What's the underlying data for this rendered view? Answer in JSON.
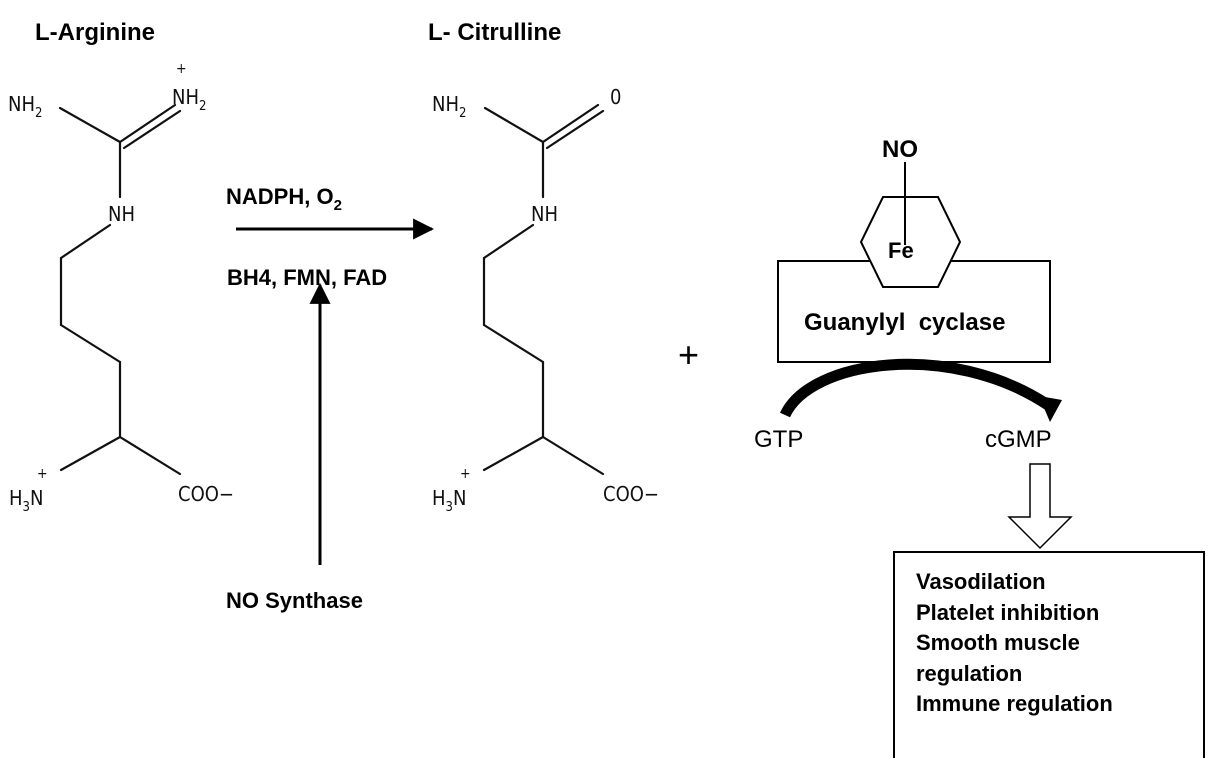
{
  "left_molecule": {
    "title": "L-Arginine",
    "amine_top": "NH",
    "amine_top_sub": "2",
    "iminium": "NH",
    "iminium_sub": "2",
    "iminium_charge": "+",
    "nh": "NH",
    "ammonium": "H",
    "ammonium_sub": "3",
    "ammonium_n": "N",
    "ammonium_charge": "+",
    "carboxylate": "COO−"
  },
  "right_molecule": {
    "title": "L- Citrulline",
    "amine_top": "NH",
    "amine_top_sub": "2",
    "oxygen": "0",
    "nh": "NH",
    "ammonium": "H",
    "ammonium_sub": "3",
    "ammonium_n": "N",
    "ammonium_charge": "+",
    "carboxylate": "COO−"
  },
  "reaction": {
    "cofactors_top": "NADPH, O",
    "cofactors_top_sub": "2",
    "cofactors_bottom": "BH4, FMN, FAD",
    "enzyme": "NO Synthase"
  },
  "plus": "+",
  "guanylyl": {
    "no_label": "NO",
    "fe_label": "Fe",
    "box_label": "Guanylyl  cyclase",
    "substrate": "GTP",
    "product": "cGMP"
  },
  "effects": [
    "Vasodilation",
    "Platelet inhibition",
    "Smooth muscle",
    "regulation",
    "Immune regulation"
  ]
}
